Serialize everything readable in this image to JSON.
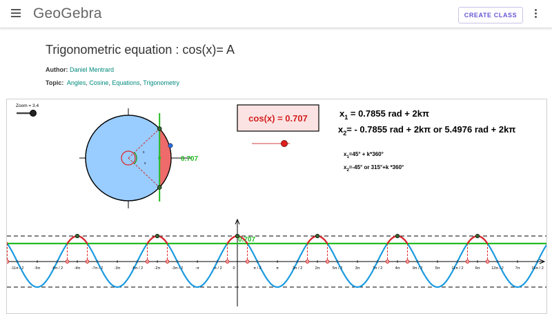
{
  "header": {
    "logo_text": "GeoGebra",
    "create_class_label": "CREATE CLASS"
  },
  "page": {
    "title": "Trigonometric equation : cos(x)= A",
    "author_label": "Author:",
    "author_name": "Daniel Mentrard",
    "topic_label": "Topic:",
    "topics": [
      "Angles",
      "Cosine",
      "Equations",
      "Trigonometry"
    ]
  },
  "applet": {
    "zoom_label": "Zoom = 3.4",
    "zoom_value": 3.4,
    "cos_box_text": "cos(x) = 0.707",
    "a_value": 0.707,
    "a_label": "0.707",
    "eq1_main": "x",
    "eq1_sub": "1",
    "eq1_rest": " = 0.7855 rad + 2kπ",
    "eq2_main": "x",
    "eq2_sub": "2",
    "eq2_rest": "= - 0.7855  rad + 2kπ or 5.4976 rad + 2kπ",
    "eq3_main": "x",
    "eq3_sub": "1",
    "eq3_rest": "=45° + k*360°",
    "eq4_main": "x",
    "eq4_sub": "2",
    "eq4_rest": "=-45° or 315°+k *360°",
    "circle_angle_label_1": "x",
    "circle_angle_label_2": "x",
    "graph_label": "0.707",
    "tick_labels": [
      "-11π / 2",
      "-5π",
      "-9π / 2",
      "-4π",
      "-7π / 2",
      "-3π",
      "-5π / 2",
      "-2π",
      "-3π / 2",
      "-π",
      "-π / 2",
      "0",
      "π / 2",
      "π",
      "3π / 2",
      "2π",
      "5π / 2",
      "3π",
      "7π / 2",
      "4π",
      "9π / 2",
      "5π",
      "11π / 2",
      "6π",
      "13π / 2",
      "7π",
      "15π / 2"
    ],
    "colors": {
      "circle_fill": "#99ccff",
      "sector_fill": "#ef6a6a",
      "cos_line": "#22bb22",
      "cos_curve": "#1a9ae0",
      "arc_red": "#e02020",
      "box_fill": "#fbe3e3",
      "box_border": "#7a2a2a",
      "box_text": "#d42020"
    }
  }
}
